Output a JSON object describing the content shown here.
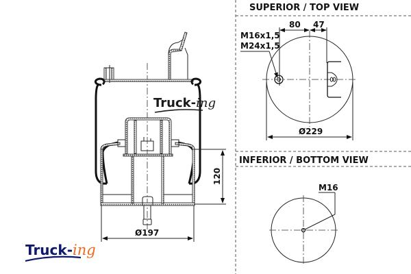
{
  "drawing": {
    "part": "air spring (bellows) cross-section",
    "side_view": {
      "dimensions": {
        "diameter_bottom": "Ø197",
        "height": "120"
      },
      "watermark": {
        "main": "Truck-",
        "suffix": "ing"
      }
    },
    "top_view": {
      "title": "SUPERIOR / TOP VIEW",
      "dimensions": {
        "offset_left": "80",
        "offset_right": "47",
        "diameter": "Ø229"
      },
      "thread_labels": [
        "M16x1,5",
        "M24x1,5"
      ]
    },
    "bottom_view": {
      "title": "INFERIOR / BOTTOM VIEW",
      "thread_label": "M16"
    }
  },
  "logo": {
    "main": "Truck-",
    "suffix": "ing",
    "colors": {
      "main": "#0d1a6b",
      "suffix": "#f06a1a"
    }
  }
}
